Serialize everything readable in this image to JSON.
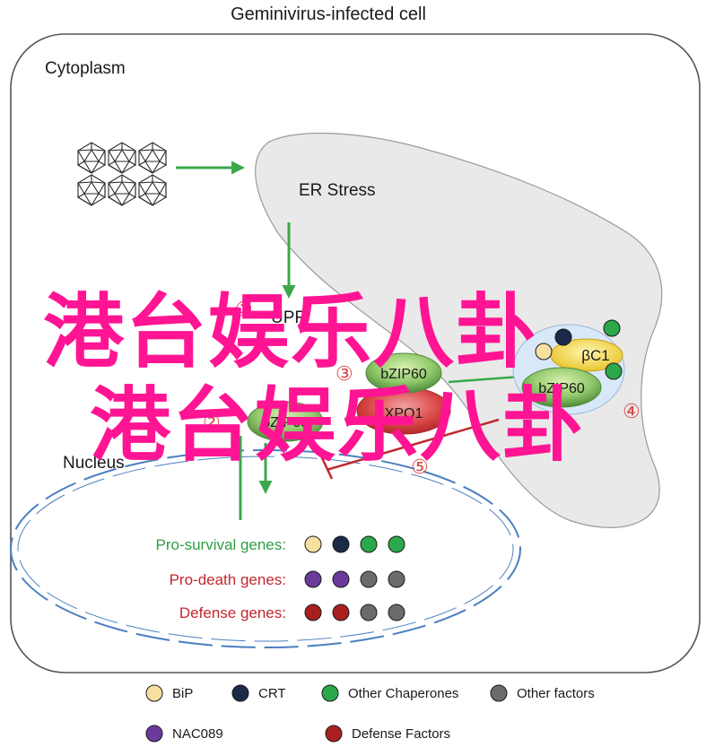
{
  "title": "Geminivirus-infected cell",
  "cytoplasm_label": "Cytoplasm",
  "er_label": "ER Stress",
  "nucleus_label": "Nucleus",
  "upr_label": "UPR",
  "proteins": {
    "bzip60_a": "bZIP60",
    "bzip60_b": "bZIP60",
    "bzip60_c": "bZIP60",
    "xpo1": "XPO1",
    "bc1": "βC1"
  },
  "steps": {
    "s1": "①",
    "s2": "②",
    "s3": "③",
    "s4": "④",
    "s5": "⑤"
  },
  "gene_rows": [
    {
      "label": "Pro-survival genes:",
      "color": "#2e9d46",
      "dots": [
        "bip",
        "crt",
        "chaperone",
        "chaperone"
      ]
    },
    {
      "label": "Pro-death genes:",
      "color": "#c0282f",
      "dots": [
        "nac089",
        "nac089",
        "other",
        "other"
      ]
    },
    {
      "label": "Defense genes:",
      "color": "#c0282f",
      "dots": [
        "defense",
        "defense",
        "other",
        "other"
      ]
    }
  ],
  "legend": [
    {
      "key": "bip",
      "label": "BiP"
    },
    {
      "key": "crt",
      "label": "CRT"
    },
    {
      "key": "chaperone",
      "label": "Other Chaperones"
    },
    {
      "key": "other",
      "label": "Other factors"
    },
    {
      "key": "nac089",
      "label": "NAC089"
    },
    {
      "key": "defense",
      "label": "Defense  Factors"
    }
  ],
  "colors": {
    "bip": "#f7dfa0",
    "crt": "#1c2a4a",
    "chaperone": "#2aa84a",
    "other": "#6b6b6b",
    "nac089": "#6b3a9a",
    "defense": "#a81f1f",
    "arrow_green": "#3aa84a",
    "block_red": "#c0282f",
    "nucleus_dash": "#4a7fc0",
    "er_fill": "#e9e9e9",
    "watermark": "#ff1493"
  },
  "watermark": {
    "line1": "港台娱乐八卦",
    "line2": "港台娱乐八卦"
  }
}
